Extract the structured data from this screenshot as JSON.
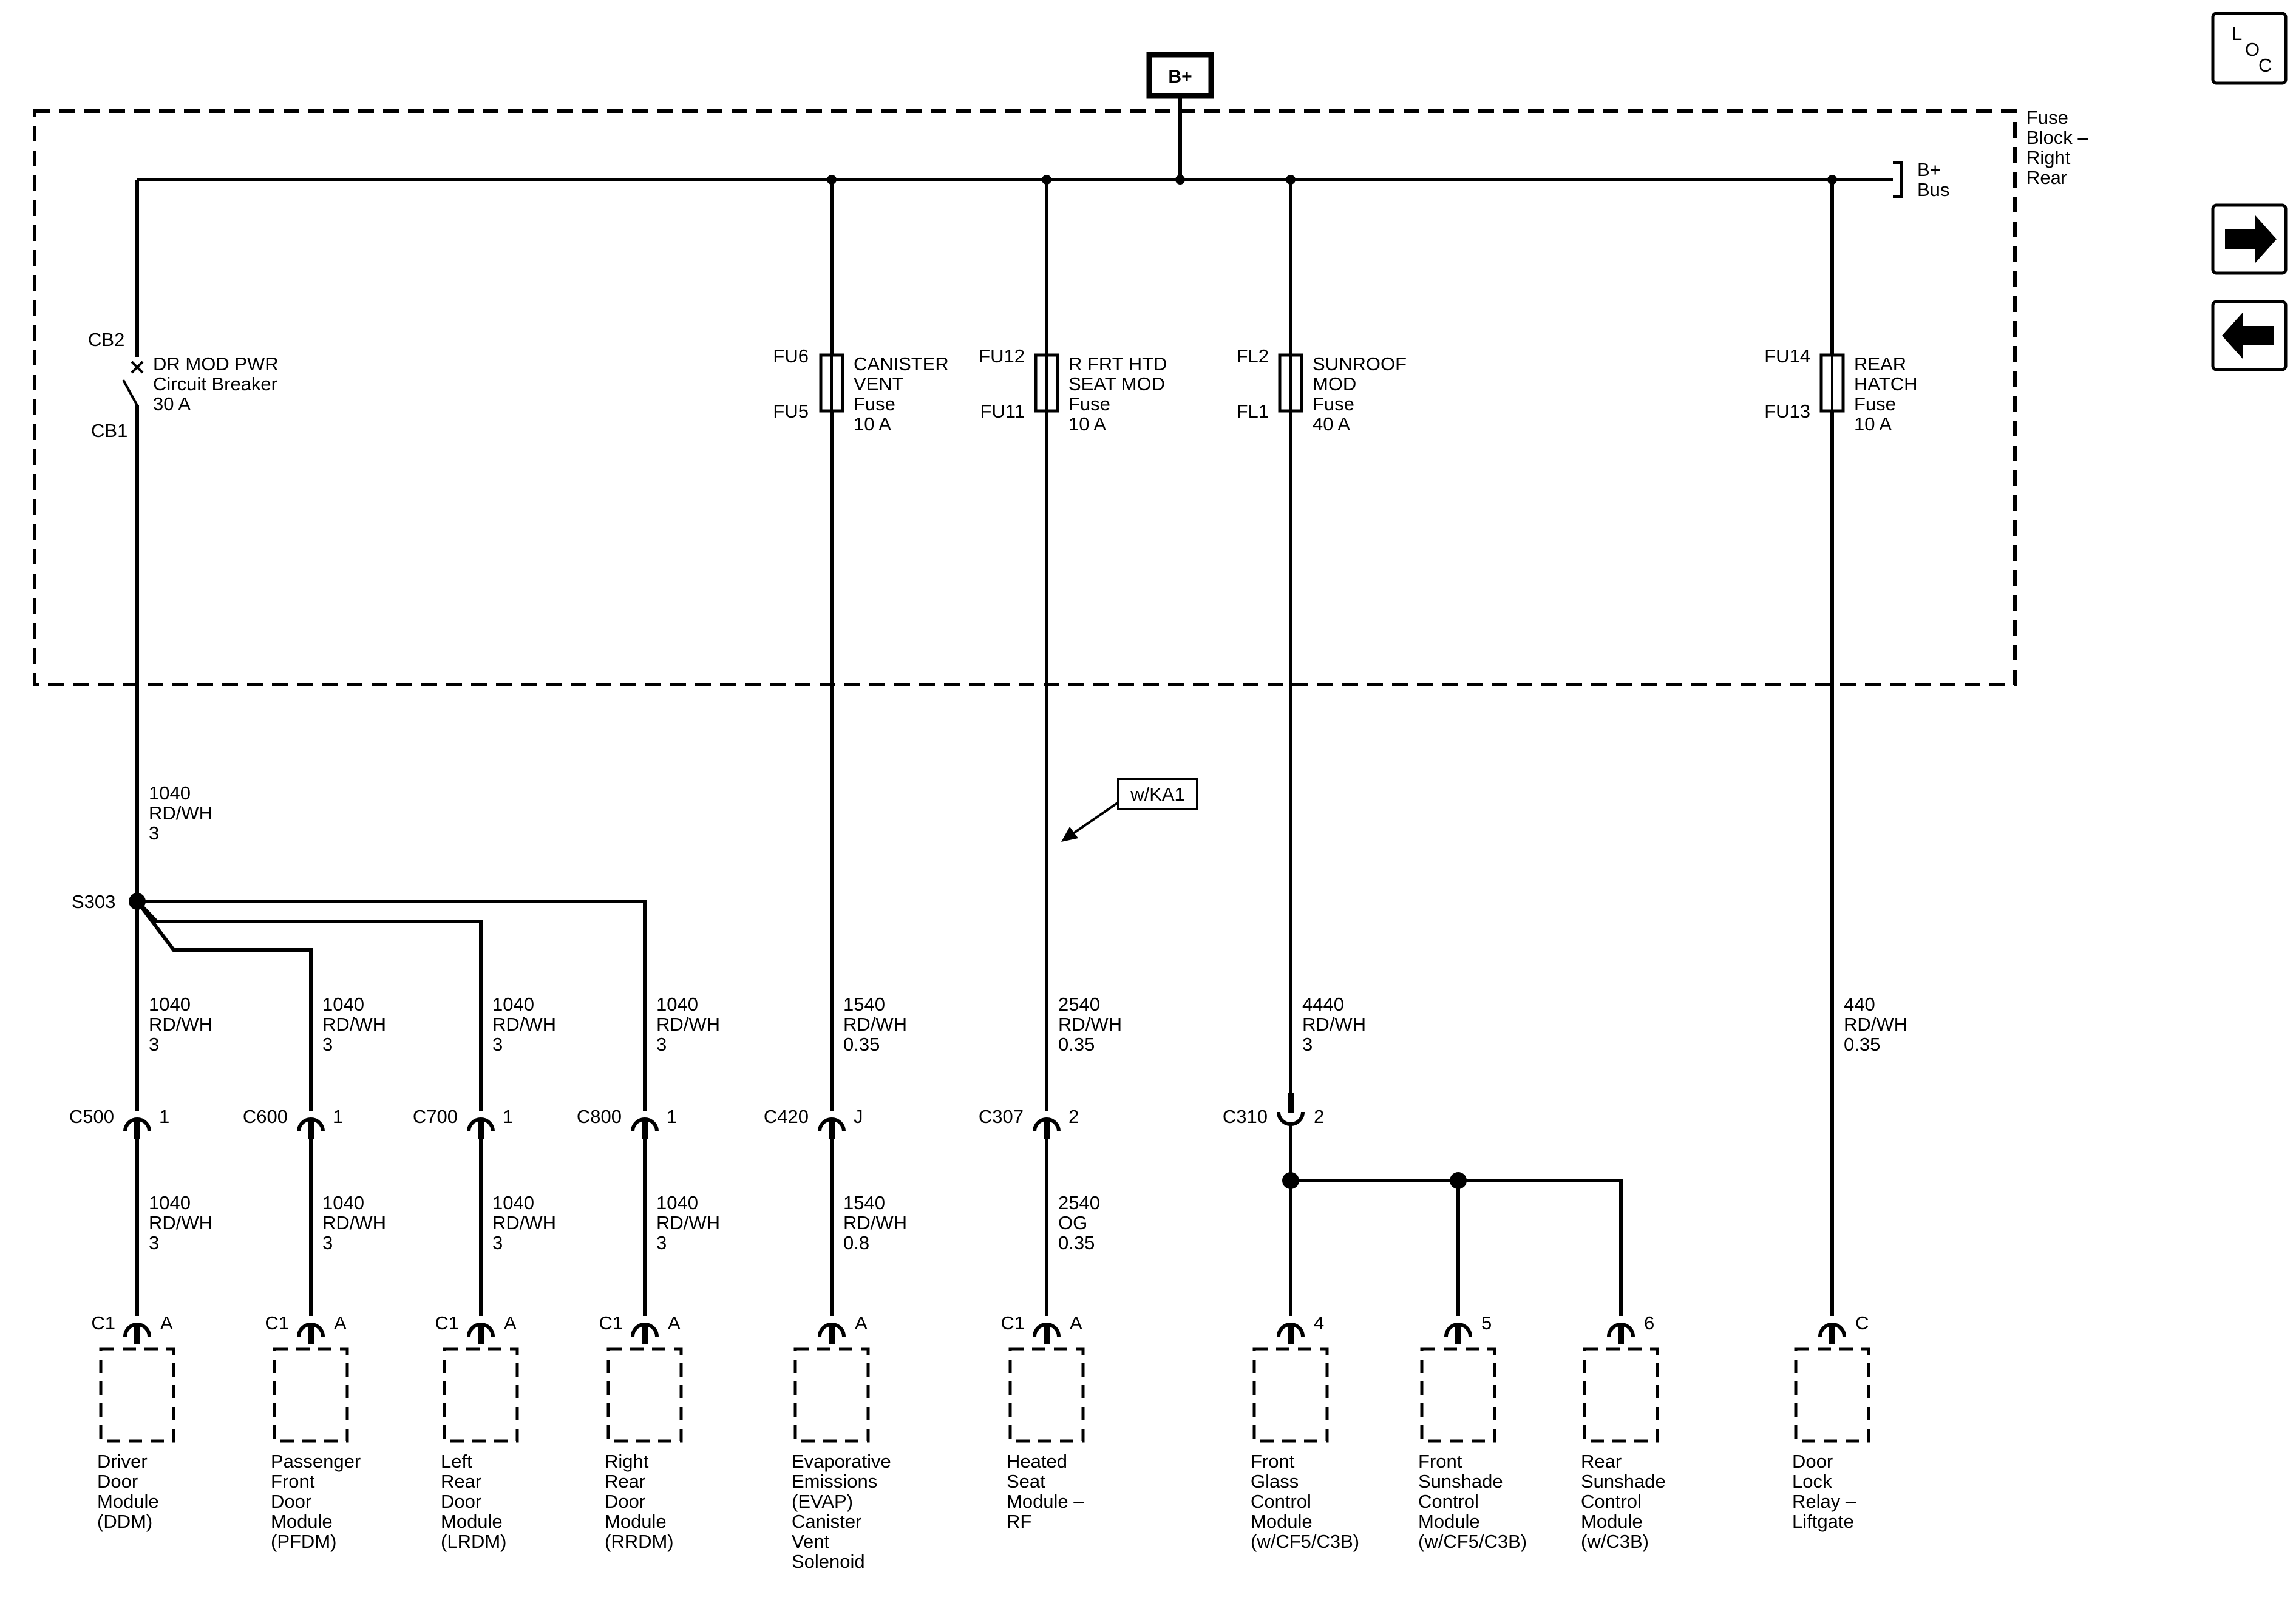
{
  "header": {
    "power_label": "B+",
    "loc_letters": [
      "L",
      "O",
      "C"
    ]
  },
  "fuse_block": {
    "label": [
      "Fuse",
      "Block –",
      "Right",
      "Rear"
    ],
    "bus_label": [
      "B+",
      "Bus"
    ]
  },
  "circuit_breaker": {
    "term_top": "CB2",
    "term_bottom": "CB1",
    "label": [
      "DR MOD PWR",
      "Circuit Breaker",
      "30 A"
    ]
  },
  "fuses": [
    {
      "id": "canister",
      "term_top": "FU6",
      "term_bottom": "FU5",
      "label": [
        "CANISTER",
        "VENT",
        "Fuse",
        "10 A"
      ]
    },
    {
      "id": "seat",
      "term_top": "FU12",
      "term_bottom": "FU11",
      "label": [
        "R FRT HTD",
        "SEAT MOD",
        "Fuse",
        "10 A"
      ]
    },
    {
      "id": "sunroof",
      "term_top": "FL2",
      "term_bottom": "FL1",
      "label": [
        "SUNROOF",
        "MOD",
        "Fuse",
        "40 A"
      ]
    },
    {
      "id": "hatch",
      "term_top": "FU14",
      "term_bottom": "FU13",
      "label": [
        "REAR",
        "HATCH",
        "Fuse",
        "10 A"
      ]
    }
  ],
  "splice": {
    "label": "S303"
  },
  "option_tag": "w/KA1",
  "wires": {
    "cb_out": [
      "1040",
      "RD/WH",
      "3"
    ],
    "ddm_top": [
      "1040",
      "RD/WH",
      "3"
    ],
    "pfdm_top": [
      "1040",
      "RD/WH",
      "3"
    ],
    "lrdm_top": [
      "1040",
      "RD/WH",
      "3"
    ],
    "rrdm_top": [
      "1040",
      "RD/WH",
      "3"
    ],
    "evap_top": [
      "1540",
      "RD/WH",
      "0.35"
    ],
    "seat_top": [
      "2540",
      "RD/WH",
      "0.35"
    ],
    "sunroof_top": [
      "4440",
      "RD/WH",
      "3"
    ],
    "hatch_top": [
      "440",
      "RD/WH",
      "0.35"
    ],
    "ddm_bot": [
      "1040",
      "RD/WH",
      "3"
    ],
    "pfdm_bot": [
      "1040",
      "RD/WH",
      "3"
    ],
    "lrdm_bot": [
      "1040",
      "RD/WH",
      "3"
    ],
    "rrdm_bot": [
      "1040",
      "RD/WH",
      "3"
    ],
    "evap_bot": [
      "1540",
      "RD/WH",
      "0.8"
    ],
    "seat_bot": [
      "2540",
      "OG",
      "0.35"
    ]
  },
  "inline_connectors": [
    {
      "id": "ddm",
      "name": "C500",
      "pin": "1"
    },
    {
      "id": "pfdm",
      "name": "C600",
      "pin": "1"
    },
    {
      "id": "lrdm",
      "name": "C700",
      "pin": "1"
    },
    {
      "id": "rrdm",
      "name": "C800",
      "pin": "1"
    },
    {
      "id": "evap",
      "name": "C420",
      "pin": "J"
    },
    {
      "id": "seat",
      "name": "C307",
      "pin": "2"
    },
    {
      "id": "sunroof",
      "name": "C310",
      "pin": "2"
    }
  ],
  "components": [
    {
      "id": "ddm",
      "conn": "C1",
      "pin": "A",
      "label": [
        "Driver",
        "Door",
        "Module",
        "(DDM)"
      ]
    },
    {
      "id": "pfdm",
      "conn": "C1",
      "pin": "A",
      "label": [
        "Passenger",
        "Front",
        "Door",
        "Module",
        "(PFDM)"
      ]
    },
    {
      "id": "lrdm",
      "conn": "C1",
      "pin": "A",
      "label": [
        "Left",
        "Rear",
        "Door",
        "Module",
        "(LRDM)"
      ]
    },
    {
      "id": "rrdm",
      "conn": "C1",
      "pin": "A",
      "label": [
        "Right",
        "Rear",
        "Door",
        "Module",
        "(RRDM)"
      ]
    },
    {
      "id": "evap",
      "conn": "",
      "pin": "A",
      "label": [
        "Evaporative",
        "Emissions",
        "(EVAP)",
        "Canister",
        "Vent",
        "Solenoid"
      ]
    },
    {
      "id": "seat",
      "conn": "C1",
      "pin": "A",
      "label": [
        "Heated",
        "Seat",
        "Module –",
        "RF"
      ]
    },
    {
      "id": "fgcm",
      "conn": "",
      "pin": "4",
      "label": [
        "Front",
        "Glass",
        "Control",
        "Module",
        "(w/CF5/C3B)"
      ]
    },
    {
      "id": "fscm",
      "conn": "",
      "pin": "5",
      "label": [
        "Front",
        "Sunshade",
        "Control",
        "Module",
        "(w/CF5/C3B)"
      ]
    },
    {
      "id": "rscm",
      "conn": "",
      "pin": "6",
      "label": [
        "Rear",
        "Sunshade",
        "Control",
        "Module",
        "(w/C3B)"
      ]
    },
    {
      "id": "dlr",
      "conn": "",
      "pin": "C",
      "label": [
        "Door",
        "Lock",
        "Relay –",
        "Liftgate"
      ]
    }
  ]
}
